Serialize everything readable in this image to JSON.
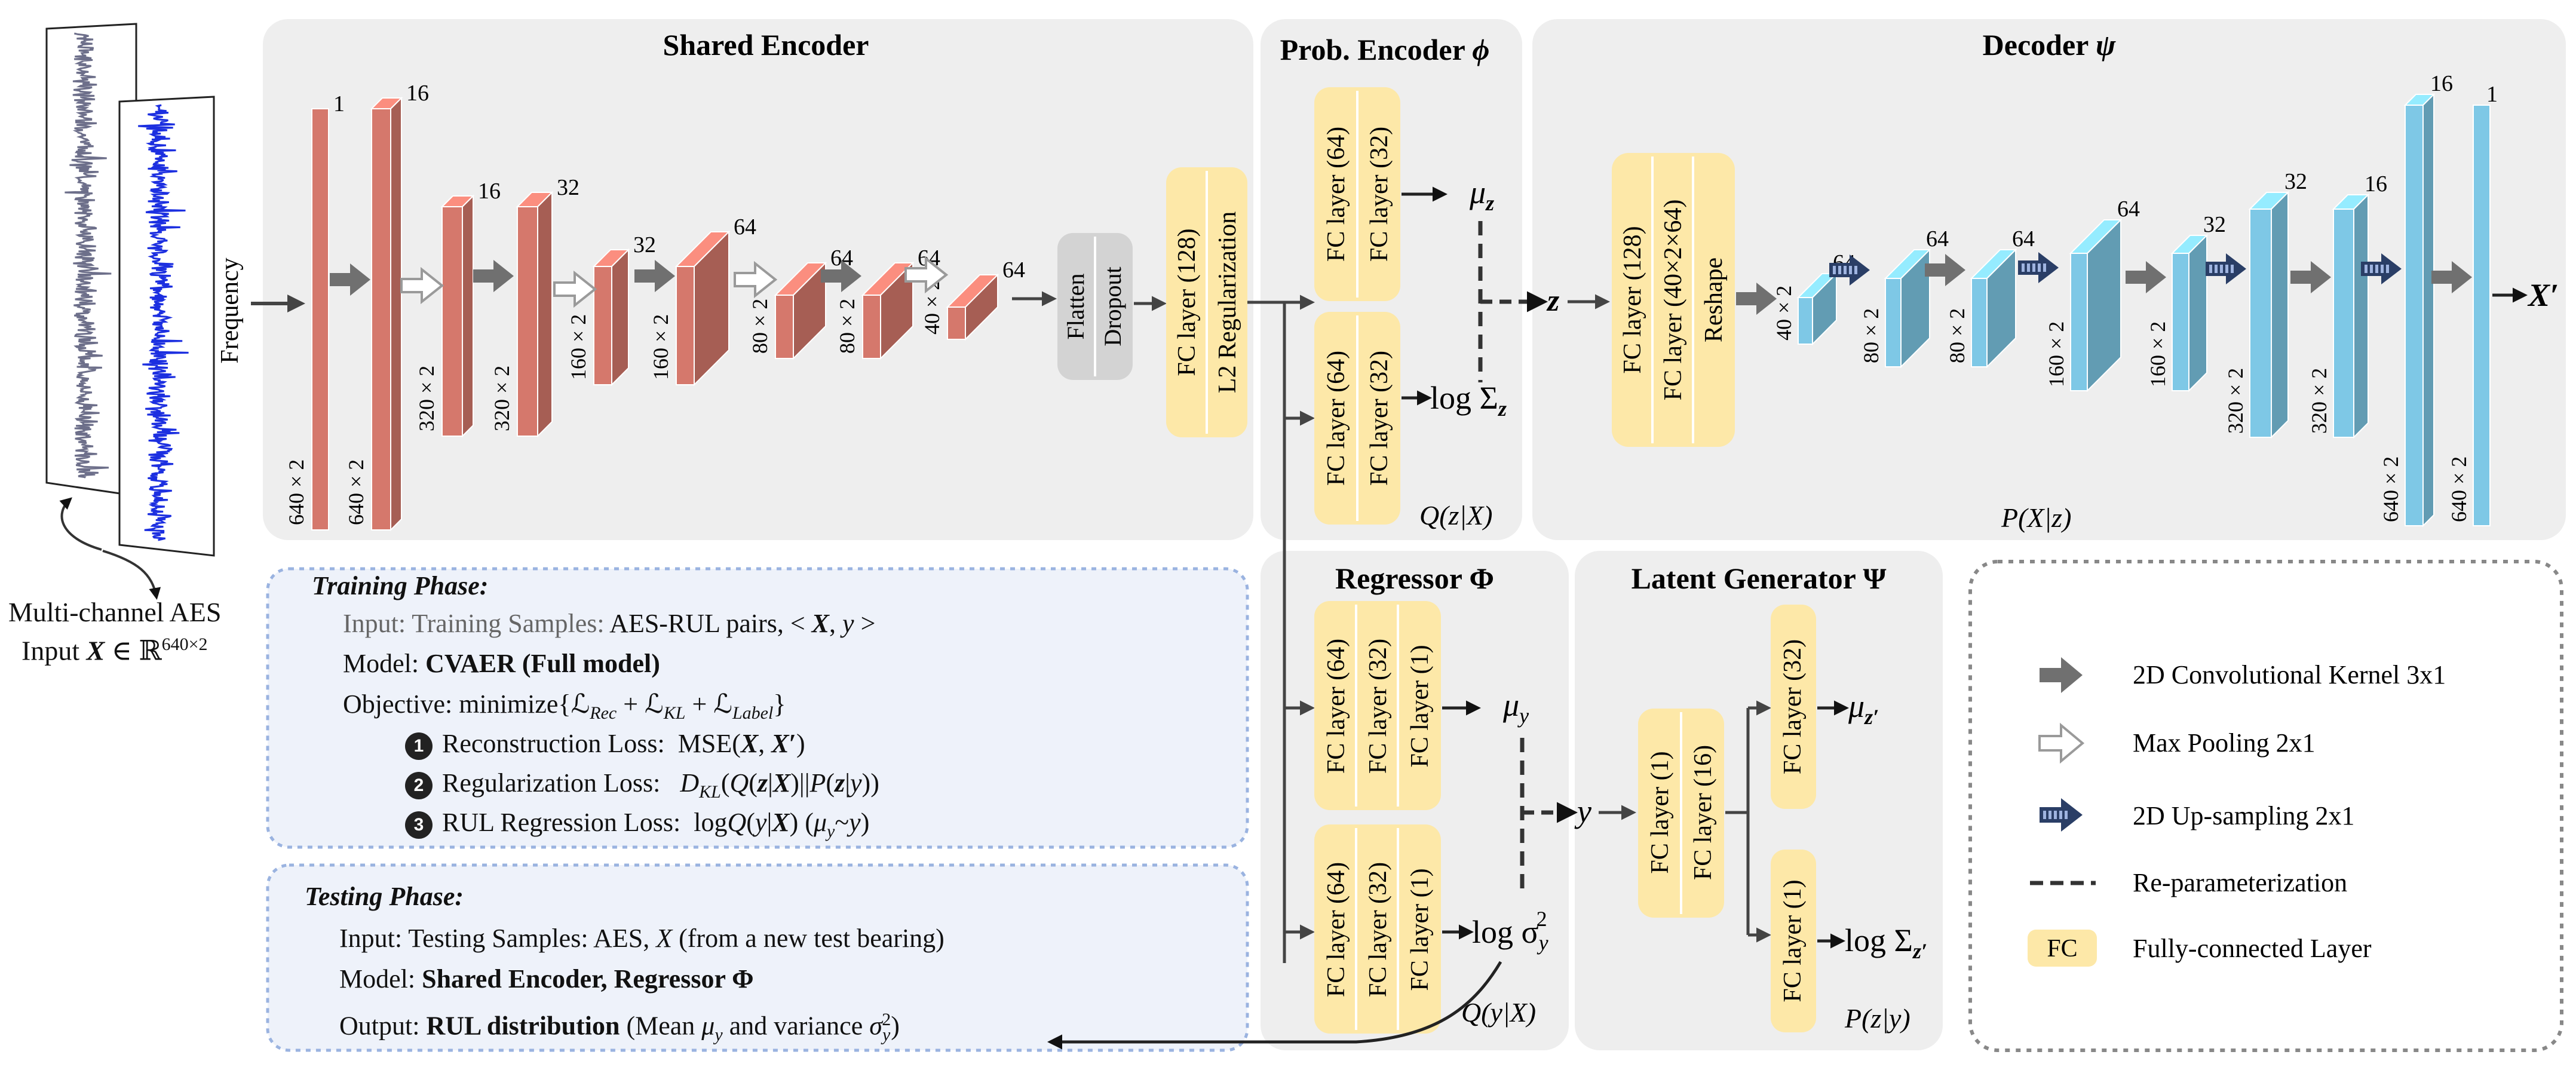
{
  "panels": {
    "shared_encoder": "Shared Encoder",
    "prob_encoder": "Prob. Encoder",
    "prob_encoder_sym": "ϕ",
    "decoder": "Decoder",
    "decoder_sym": "ψ",
    "regressor": "Regressor",
    "regressor_sym": "Φ",
    "latent_generator": "Latent Generator",
    "latent_generator_sym": "Ψ"
  },
  "input": {
    "axis_label": "Frequency",
    "caption_line1": "Multi-channel AES",
    "caption_line2": "Input"
  },
  "encoder": {
    "channels": [
      "1",
      "16",
      "16",
      "32",
      "32",
      "64",
      "64",
      "64",
      "64"
    ],
    "dims": [
      "640 × 2",
      "640 × 2",
      "320 × 2",
      "320 × 2",
      "160 × 2",
      "160 × 2",
      "80 × 2",
      "80 × 2",
      "40 × 2"
    ],
    "flatten": "Flatten",
    "dropout": "Dropout",
    "fc": "FC layer (128)",
    "l2": "L2 Regularization"
  },
  "prob_encoder": {
    "mu_fc1": "FC layer (64)",
    "mu_fc2": "FC layer (32)",
    "sig_fc1": "FC layer (64)",
    "sig_fc2": "FC layer (32)",
    "mu_out": "μ",
    "mu_sub": "z",
    "sig_out": "log Σ",
    "sig_sub": "z",
    "dist": "Q(z|X)"
  },
  "decoder": {
    "fc1": "FC layer (128)",
    "fc2": "FC layer (40×2×64)",
    "reshape": "Reshape",
    "z_label": "z",
    "channels": [
      "64",
      "64",
      "64",
      "64",
      "32",
      "32",
      "16",
      "16",
      "1"
    ],
    "dims": [
      "40 × 2",
      "80 × 2",
      "80 × 2",
      "160 × 2",
      "160 × 2",
      "320 × 2",
      "320 × 2",
      "640 × 2",
      "640 × 2"
    ],
    "output": "X′",
    "dist": "P(X|z)"
  },
  "regressor": {
    "mu_fc1": "FC layer (64)",
    "mu_fc2": "FC layer (32)",
    "mu_fc3": "FC layer (1)",
    "sig_fc1": "FC layer (64)",
    "sig_fc2": "FC layer (32)",
    "sig_fc3": "FC layer (1)",
    "mu_out": "μ",
    "mu_sub": "y",
    "sig_out": "log σ",
    "sig_sub": "y",
    "sig_sup": "2",
    "dist": "Q(y|X)"
  },
  "latent": {
    "y_label": "y",
    "fc1": "FC layer (1)",
    "fc2": "FC layer (16)",
    "mu_fc": "FC layer (32)",
    "sig_fc": "FC layer (1)",
    "mu_out": "μ",
    "mu_sub": "z′",
    "sig_out": "log Σ",
    "sig_sub": "z′",
    "dist": "P(z|y)"
  },
  "legend": {
    "conv": "2D Convolutional Kernel 3x1",
    "pool": "Max Pooling 2x1",
    "upsample": "2D Up-sampling  2x1",
    "reparam": "Re-parameterization",
    "fc_key": "FC",
    "fc_label": "Fully-connected Layer"
  },
  "training": {
    "title": "Training Phase:",
    "input_prefix": "Input: Training Samples:",
    "input_rest": "AES-RUL pairs,",
    "model_prefix": "Model:",
    "model_value": "CVAER (Full model)",
    "objective_prefix": "Objective: minimize",
    "loss1_num": "1",
    "loss1_label": "Reconstruction Loss:",
    "loss2_num": "2",
    "loss2_label": "Regularization Loss:",
    "loss3_num": "3",
    "loss3_label": "RUL Regression Loss:"
  },
  "testing": {
    "title": "Testing Phase:",
    "input_prefix": "Input: Testing Samples: AES,",
    "input_suffix": "(from a new test bearing)",
    "model_prefix": "Model:",
    "model_value": "Shared Encoder, Regressor Φ",
    "output_prefix": "Output:",
    "output_bold": "RUL distribution",
    "output_rest": "(Mean",
    "output_rest2": "and variance"
  },
  "colors": {
    "panel": "#eeeeee",
    "encoder_block": "#d5786c",
    "decoder_block": "#7ec8e6",
    "fc_block": "#fde8a8",
    "dropout_block": "#d3d3d3",
    "arrow": "#707070",
    "text_box_fill": "#eef2fa",
    "text_box_border": "#9ab3e0",
    "signal_gray": "#6d6f8a",
    "signal_blue": "#1c2fe0"
  }
}
